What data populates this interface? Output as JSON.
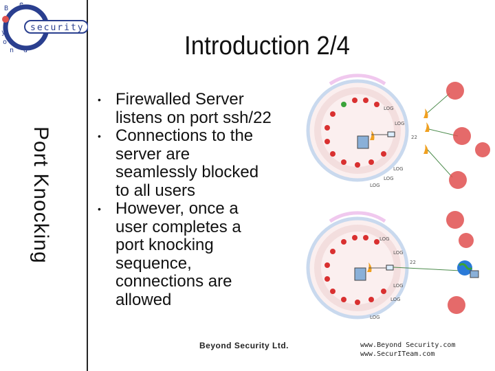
{
  "logo": {
    "letters": [
      "B",
      "e",
      "y",
      "o",
      "n",
      "d"
    ],
    "word": "security",
    "ring_color": "#2a3f8f",
    "accent": "#e0524f"
  },
  "sidebar": {
    "title": "Port Knocking"
  },
  "page": {
    "title": "Introduction 2/4"
  },
  "bullets": [
    {
      "text": "Firewalled Server\nlistens on port ssh/22"
    },
    {
      "text": "Connections to the\nserver are\nseamlessly blocked\nto all users"
    },
    {
      "text": "However, once a\nuser completes a\nport knocking\nsequence,\nconnections are\nallowed"
    }
  ],
  "diagram": {
    "top": {
      "log_labels": [
        "LOG",
        "LOG",
        "LOG",
        "LOG",
        "LOG"
      ],
      "port_label": "22"
    },
    "bottom": {
      "log_labels": [
        "LOG",
        "LOG",
        "LOG",
        "LOG",
        "LOG"
      ],
      "port_label": "22"
    },
    "colors": {
      "ring": "#c9d9ee",
      "halo": "#f3dede",
      "node_red": "#d93030",
      "node_green": "#3aa33a",
      "attacker": "#e05050",
      "flame": "#f0a020"
    }
  },
  "footer": {
    "company": "Beyond Security Ltd.",
    "urls": [
      "www.Beyond Security.com",
      "www.SecurITeam.com"
    ]
  }
}
